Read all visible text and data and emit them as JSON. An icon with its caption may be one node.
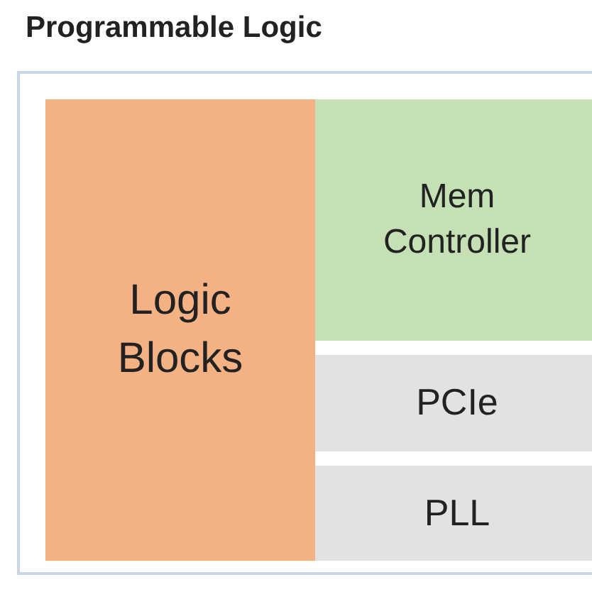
{
  "diagram": {
    "nodes": [
      {
        "text": [
          "Programmable Logic"
        ]
      },
      {
        "text": [
          "Logic Blocks"
        ],
        "in": 0
      },
      {
        "text": [
          "Mem Controller"
        ],
        "in": 0
      },
      {
        "text": [
          "PCIe"
        ],
        "in": 0
      },
      {
        "text": [
          "PLL"
        ],
        "in": 0
      }
    ],
    "edges": []
  }
}
